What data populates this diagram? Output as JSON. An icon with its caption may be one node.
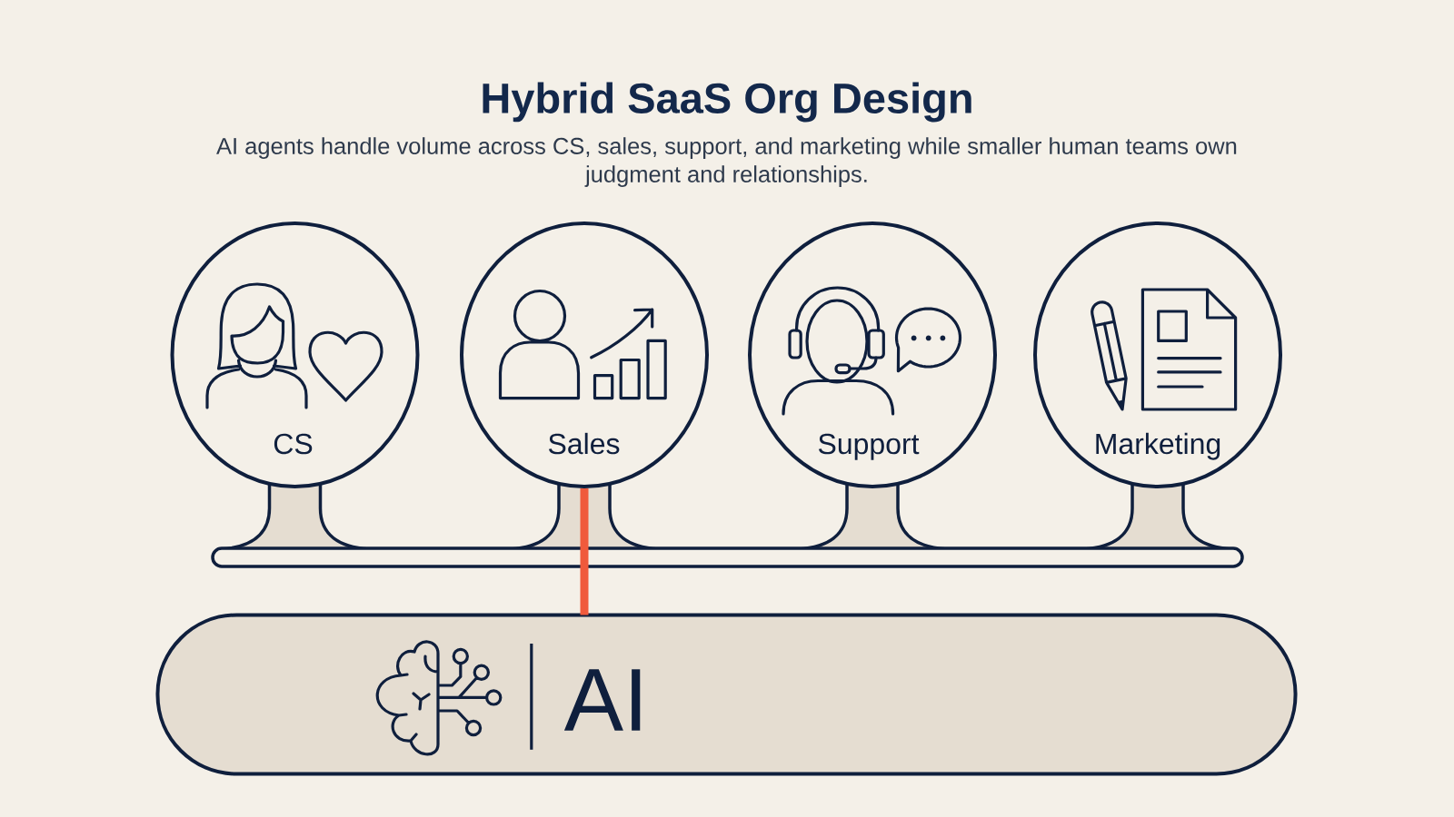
{
  "diagram": {
    "title": "Hybrid SaaS Org Design",
    "nodes": [
      {
        "text": [
          "CS"
        ]
      },
      {
        "text": [
          "Sales"
        ]
      },
      {
        "text": [
          "Support"
        ]
      },
      {
        "text": [
          "Marketing"
        ]
      },
      {
        "text": [
          "AI"
        ]
      }
    ],
    "edges": [
      {
        "from": 1,
        "to": 4,
        "arrow": "none",
        "color": "#f05a3c"
      }
    ],
    "labels": [
      "AI agents handle volume across CS, sales, support, and marketing while smaller human teams own judgment and relationships."
    ]
  }
}
